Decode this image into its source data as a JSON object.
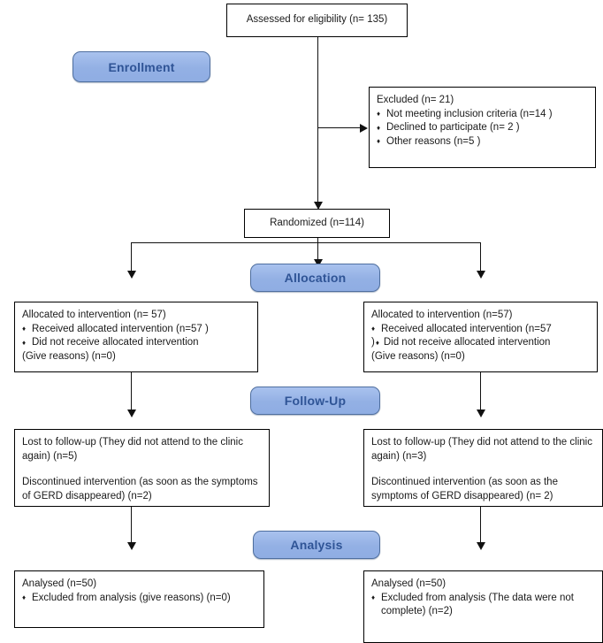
{
  "diagram": {
    "type": "consort-flow-diagram",
    "stages": [
      {
        "id": "enrollment",
        "label": "Enrollment"
      },
      {
        "id": "allocation",
        "label": "Allocation"
      },
      {
        "id": "followup",
        "label": "Follow-Up"
      },
      {
        "id": "analysis",
        "label": "Analysis"
      }
    ],
    "enrollment": {
      "assessed": "Assessed for eligibility (n= 135)",
      "excluded_title": "Excluded (n= 21)",
      "excluded_reasons": [
        "Not meeting inclusion criteria (n=14  )",
        "Declined to participate (n= 2 )",
        "Other reasons (n=5 )"
      ],
      "randomized": "Randomized (n=114)"
    },
    "allocation_left": {
      "title": "Allocated to intervention  (n= 57)",
      "items": [
        "Received  allocated intervention  (n=57  )",
        "Did not receive allocated intervention"
      ],
      "tail": "(Give reasons) (n=0)"
    },
    "allocation_right": {
      "title": "Allocated to intervention  (n=57)",
      "items": [
        "Received  allocated intervention  (n=57",
        "Did not receive allocated intervention"
      ],
      "tail": "(Give reasons) (n=0)",
      "wrap_paren": ")"
    },
    "followup_left": {
      "lost": "Lost to follow-up  (They did not attend to the clinic again) (n=5)",
      "discontinued": "Discontinued intervention  (as soon as the symptoms of GERD disappeared)  (n=2)"
    },
    "followup_right": {
      "lost": "Lost to follow-up  (They did not attend to the clinic again) (n=3)",
      "discontinued": "Discontinued intervention  (as soon as the symptoms of GERD disappeared)  (n= 2)"
    },
    "analysis_left": {
      "analysed": "Analysed (n=50)",
      "items": [
        "Excluded from analysis (give reasons)  (n=0)"
      ]
    },
    "analysis_right": {
      "analysed": "Analysed (n=50)",
      "items": [
        "Excluded from analysis (The data were not complete) (n=2)"
      ]
    }
  }
}
